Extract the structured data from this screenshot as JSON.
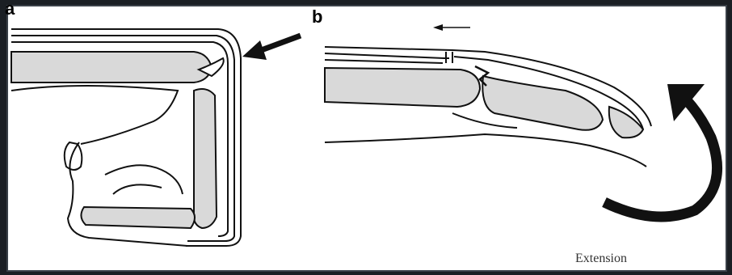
{
  "panels": {
    "a": {
      "label": "a"
    },
    "b": {
      "label": "b"
    }
  },
  "caption": {
    "extension": "Extension"
  },
  "colors": {
    "bone": "#d9d9d9",
    "line": "#111111",
    "frame": "#3a4048"
  }
}
